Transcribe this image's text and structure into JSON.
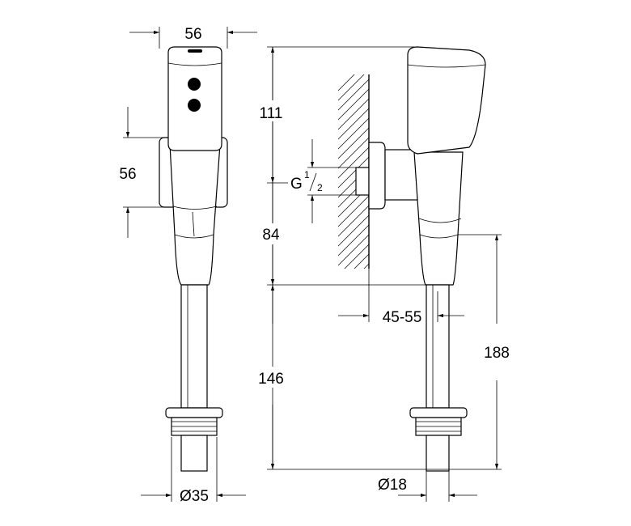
{
  "dimensions": {
    "front_width": "56",
    "front_mount_height": "56",
    "side_top": "111",
    "side_mid": "84",
    "side_bottom": "146",
    "side_total": "188",
    "wall_offset": "45-55",
    "side_pipe_diameter": "Ø18",
    "front_pipe_diameter": "Ø35"
  },
  "thread": {
    "prefix": "G",
    "numerator": "1",
    "denominator": "2"
  }
}
